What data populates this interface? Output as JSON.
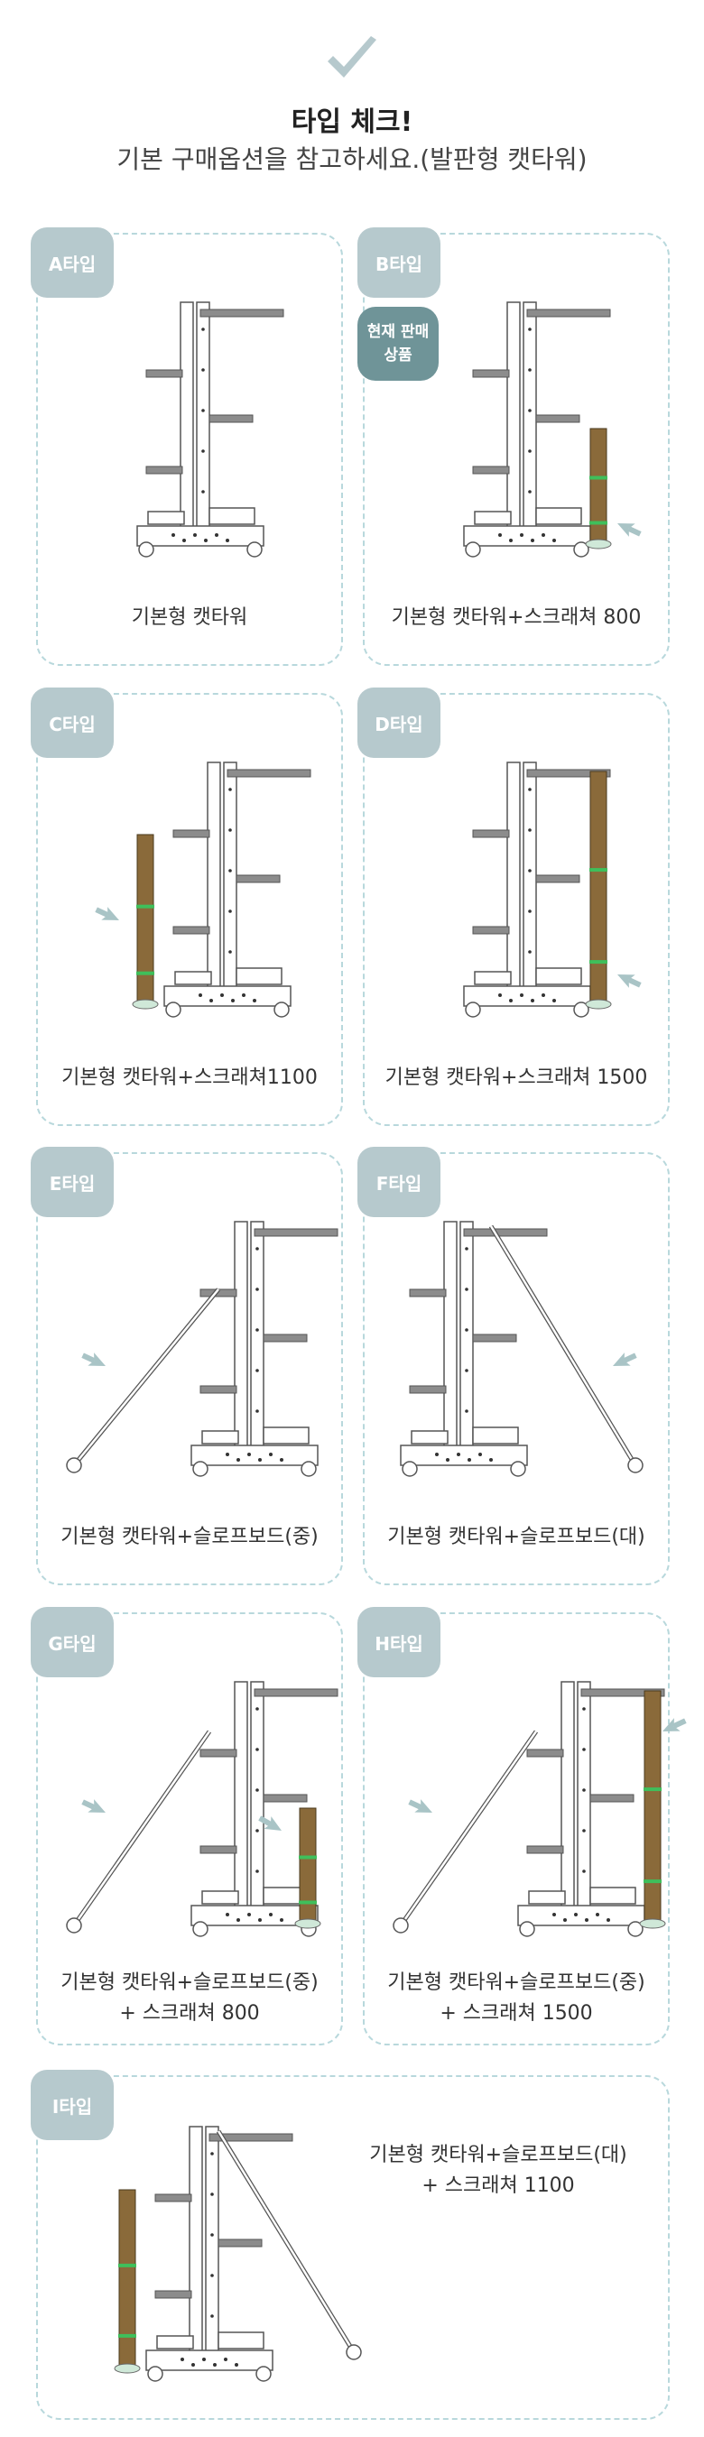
{
  "header": {
    "title": "타입 체크!",
    "subtitle": "기본 구매옵션을 참고하세요.(발판형 캣타워)"
  },
  "colors": {
    "card_border": "#b8d8dc",
    "badge": "#b6c9cd",
    "current_badge": "#6f9498",
    "arrow": "#a9c4c6",
    "scratcher": "#8a6a3a",
    "scratcher_band": "#3fbf5b"
  },
  "cards": [
    {
      "badge": "A타입",
      "caption_line1": "기본형 캣타워",
      "caption_line2": ""
    },
    {
      "badge": "B타입",
      "current_line1": "현재 판매",
      "current_line2": "상품",
      "caption_line1": "기본형 캣타워+스크래쳐 800",
      "caption_line2": ""
    },
    {
      "badge": "C타입",
      "caption_line1": "기본형 캣타워+스크래쳐1100",
      "caption_line2": ""
    },
    {
      "badge": "D타입",
      "caption_line1": "기본형 캣타워+스크래쳐 1500",
      "caption_line2": ""
    },
    {
      "badge": "E타입",
      "caption_line1": "기본형 캣타워+슬로프보드(중)",
      "caption_line2": ""
    },
    {
      "badge": "F타입",
      "caption_line1": "기본형 캣타워+슬로프보드(대)",
      "caption_line2": ""
    },
    {
      "badge": "G타입",
      "caption_line1": "기본형 캣타워+슬로프보드(중)",
      "caption_line2": "+ 스크래쳐 800"
    },
    {
      "badge": "H타입",
      "caption_line1": "기본형 캣타워+슬로프보드(중)",
      "caption_line2": "+ 스크래쳐 1500"
    },
    {
      "badge": "I타입",
      "caption_line1": "기본형 캣타워+슬로프보드(대)",
      "caption_line2": "+ 스크래쳐 1100"
    }
  ]
}
